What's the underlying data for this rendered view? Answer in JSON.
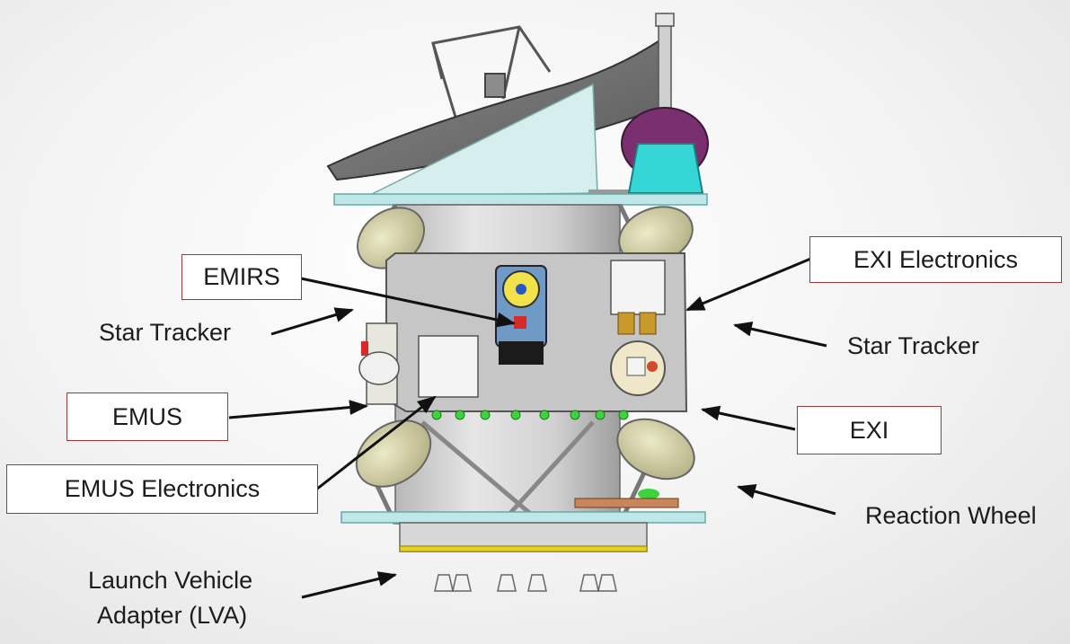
{
  "diagram": {
    "labels": {
      "emirs": "EMIRS",
      "exi_electronics": "EXI Electronics",
      "star_tracker_left": "Star Tracker",
      "star_tracker_right": "Star Tracker",
      "emus": "EMUS",
      "exi": "EXI",
      "emus_electronics": "EMUS Electronics",
      "reaction_wheel": "Reaction Wheel",
      "lva_line1": "Launch Vehicle",
      "lva_line2": "Adapter (LVA)"
    },
    "colors": {
      "callout_border": "#9b3a3a",
      "arrow": "#111111",
      "deck": "#bfe7e7",
      "body": "#cfcfcf",
      "antenna": "#6f6f6f",
      "instrument_cyan": "#35d6d6",
      "thruster_green": "#3bd43b"
    }
  }
}
